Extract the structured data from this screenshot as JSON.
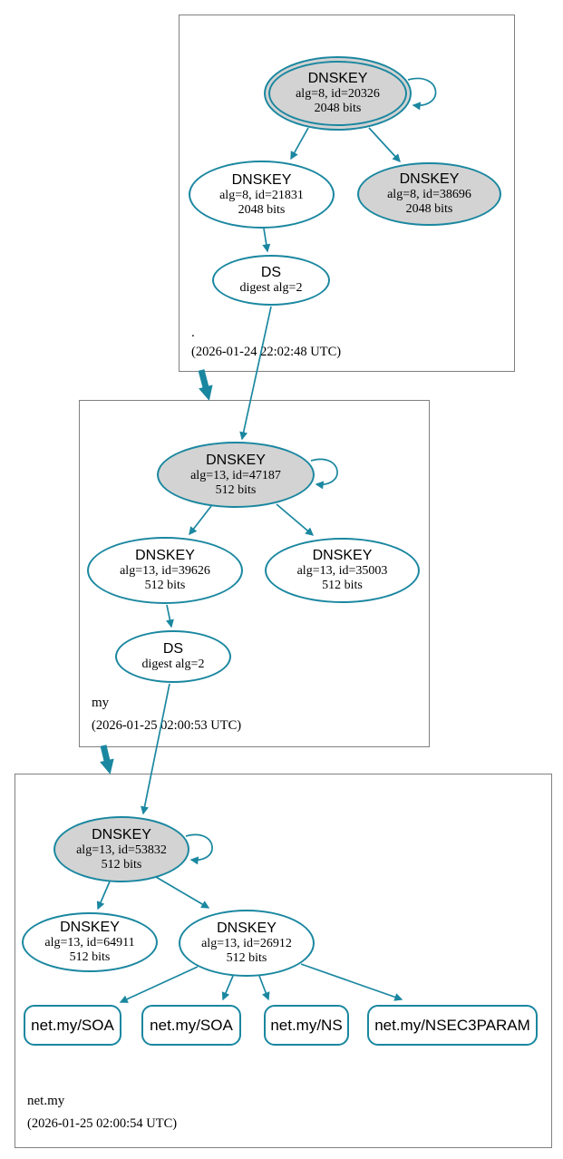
{
  "colors": {
    "edge_teal": "#1a87a0",
    "ksk_fill_gray": "#d3d3d3",
    "node_fill_white": "#ffffff",
    "zone_border_gray": "#808080",
    "text_black": "#000000"
  },
  "zones": [
    {
      "name": ".",
      "timestamp": "(2026-01-24 22:02:48 UTC)",
      "ksk": {
        "title": "DNSKEY",
        "alg": "alg=8, id=20326",
        "bits": "2048 bits"
      },
      "zsk": {
        "title": "DNSKEY",
        "alg": "alg=8, id=21831",
        "bits": "2048 bits"
      },
      "extra": {
        "title": "DNSKEY",
        "alg": "alg=8, id=38696",
        "bits": "2048 bits"
      },
      "ds": {
        "title": "DS",
        "digest": "digest alg=2"
      }
    },
    {
      "name": "my",
      "timestamp": "(2026-01-25 02:00:53 UTC)",
      "ksk": {
        "title": "DNSKEY",
        "alg": "alg=13, id=47187",
        "bits": "512 bits"
      },
      "zsk": {
        "title": "DNSKEY",
        "alg": "alg=13, id=39626",
        "bits": "512 bits"
      },
      "extra": {
        "title": "DNSKEY",
        "alg": "alg=13, id=35003",
        "bits": "512 bits"
      },
      "ds": {
        "title": "DS",
        "digest": "digest alg=2"
      }
    },
    {
      "name": "net.my",
      "timestamp": "(2026-01-25 02:00:54 UTC)",
      "ksk": {
        "title": "DNSKEY",
        "alg": "alg=13, id=53832",
        "bits": "512 bits"
      },
      "zsk": {
        "title": "DNSKEY",
        "alg": "alg=13, id=64911",
        "bits": "512 bits"
      },
      "zsk2": {
        "title": "DNSKEY",
        "alg": "alg=13, id=26912",
        "bits": "512 bits"
      },
      "rrsets": [
        {
          "label": "net.my/SOA"
        },
        {
          "label": "net.my/SOA"
        },
        {
          "label": "net.my/NS"
        },
        {
          "label": "net.my/NSEC3PARAM"
        }
      ]
    }
  ]
}
